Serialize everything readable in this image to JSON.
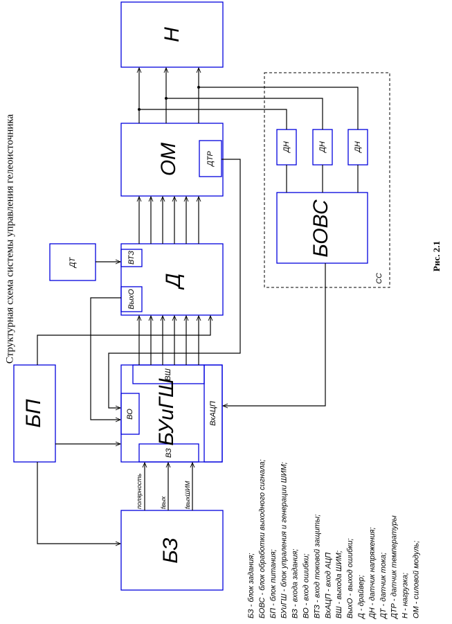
{
  "title": "Структурная схема системы управления гелеоисточника",
  "caption": "Рис. 2.1",
  "blocks": {
    "N": "Н",
    "OM": "ОМ",
    "DTR": "ДТР",
    "D": "Д",
    "VTZ": "ВТЗ",
    "VyhO": "ВыхО",
    "DT": "ДТ",
    "BUiGSh": "БУиГШ",
    "VSh": "ВШ",
    "VO": "ВО",
    "VZ": "ВЗ",
    "VhACP": "ВхАЦП",
    "BP": "БП",
    "BZ": "БЗ",
    "DN": "ДН",
    "BOVS": "БОВС",
    "SS": "СС"
  },
  "signals": [
    "полярность",
    "fвых",
    "fвыхШИМ"
  ],
  "legend": [
    "БЗ - блок задания;",
    "БОВС - блок обработки выходного сигнала;",
    "БП - блок питания;",
    "БУиГШ - блок упраления и генерации ШИМ;",
    "ВЗ - входа задания;",
    "ВО - вход ошибки;",
    "ВТЗ - вход токовой защиты;",
    "ВхАЦП - вход АЦП",
    "ВШ - выхода ШИМ;",
    "ВыхО - выход ошибки;",
    "Д - драйвер;",
    "ДН - датчик напряжения;",
    "ДТ - датчик тока;",
    "ДТР - датчик температуры",
    "Н - нагрузка;",
    "ОМ - силовой модуль;"
  ]
}
